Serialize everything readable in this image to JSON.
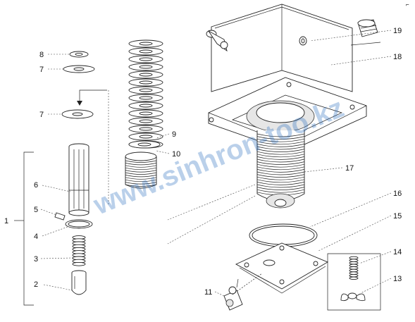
{
  "watermark": "www.sinhron-too.kz",
  "corner_mark": "⌐",
  "labels": {
    "l1": "1",
    "l2": "2",
    "l3": "3",
    "l4": "4",
    "l5": "5",
    "l6": "6",
    "l7a": "7",
    "l7b": "7",
    "l8": "8",
    "l9": "9",
    "l10": "10",
    "l11": "11",
    "l13": "13",
    "l14": "14",
    "l15": "15",
    "l16": "16",
    "l17": "17",
    "l18": "18",
    "l19": "19"
  }
}
